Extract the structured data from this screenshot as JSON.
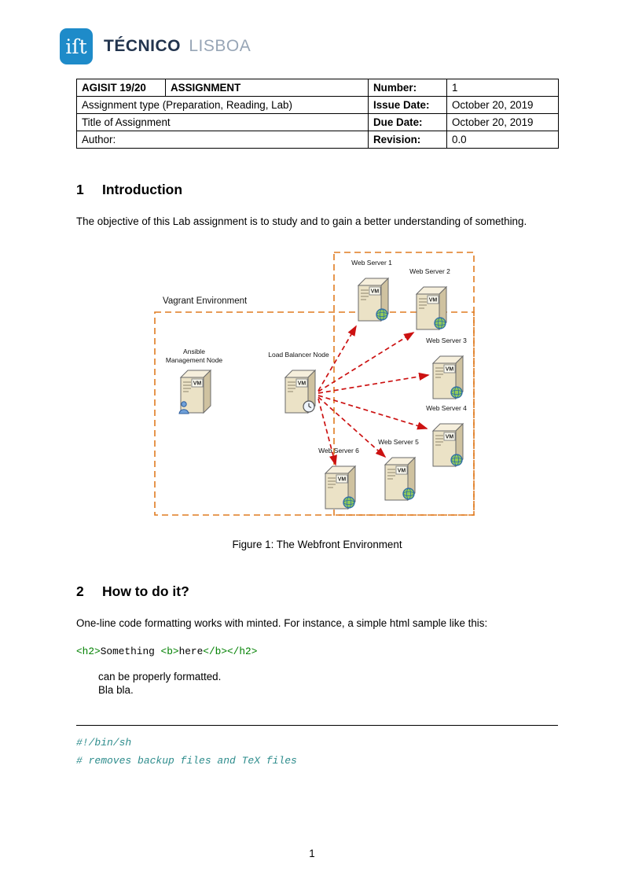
{
  "colors": {
    "brand_blue": "#1e8bc9",
    "brand_text_dark": "#22344e",
    "brand_text_light": "#97a5b6",
    "diagram_border_orange": "#e07b20",
    "diagram_arrow_red": "#cc1111",
    "code_comment_teal": "#2d8c8c",
    "code_tag_green": "#008000"
  },
  "logo": {
    "primary": "TÉCNICO",
    "secondary": "LISBOA",
    "monogram": "iſt"
  },
  "header_table": {
    "row1": {
      "course": "AGISIT 19/20",
      "doc_type": "ASSIGNMENT",
      "label": "Number:",
      "value": "1"
    },
    "row2": {
      "description": "Assignment type (Preparation, Reading, Lab)",
      "label": "Issue Date:",
      "value": "October 20, 2019"
    },
    "row3": {
      "description": "Title of Assignment",
      "label": "Due Date:",
      "value": "October 20, 2019"
    },
    "row4": {
      "description": "Author:",
      "label": "Revision:",
      "value": "0.0"
    }
  },
  "section_introduction": {
    "number": "1",
    "title": "Introduction",
    "paragraph": "The objective of this Lab assignment is to study and to gain a better understanding of something."
  },
  "figure": {
    "environment_label": "Vagrant Environment",
    "vm_badge": "VM",
    "nodes": {
      "ansible": {
        "line1": "Ansible",
        "line2": "Management Node"
      },
      "load_balancer": {
        "label": "Load Balancer Node"
      },
      "web_server_1": {
        "label": "Web Server 1"
      },
      "web_server_2": {
        "label": "Web Server 2"
      },
      "web_server_3": {
        "label": "Web Server 3"
      },
      "web_server_4": {
        "label": "Web Server 4"
      },
      "web_server_5": {
        "label": "Web Server 5"
      },
      "web_server_6": {
        "label": "Web Server 6"
      }
    },
    "caption": "Figure 1: The Webfront Environment"
  },
  "section_howto": {
    "number": "2",
    "title": "How to do it?",
    "paragraph": "One-line code formatting works with minted. For instance, a simple html sample like this:",
    "inline_code": {
      "tag_open_h2": "<h2>",
      "text_1": "Something ",
      "tag_open_b": "<b>",
      "text_2": "here",
      "tag_close_b": "</b>",
      "tag_close_h2": "</h2>"
    },
    "note_line_1": "can be properly formatted.",
    "note_line_2": "Bla bla."
  },
  "code_block": {
    "line_1": "#!/bin/sh",
    "line_2": "# removes backup files and TeX files"
  },
  "footer": {
    "page_number": "1"
  }
}
